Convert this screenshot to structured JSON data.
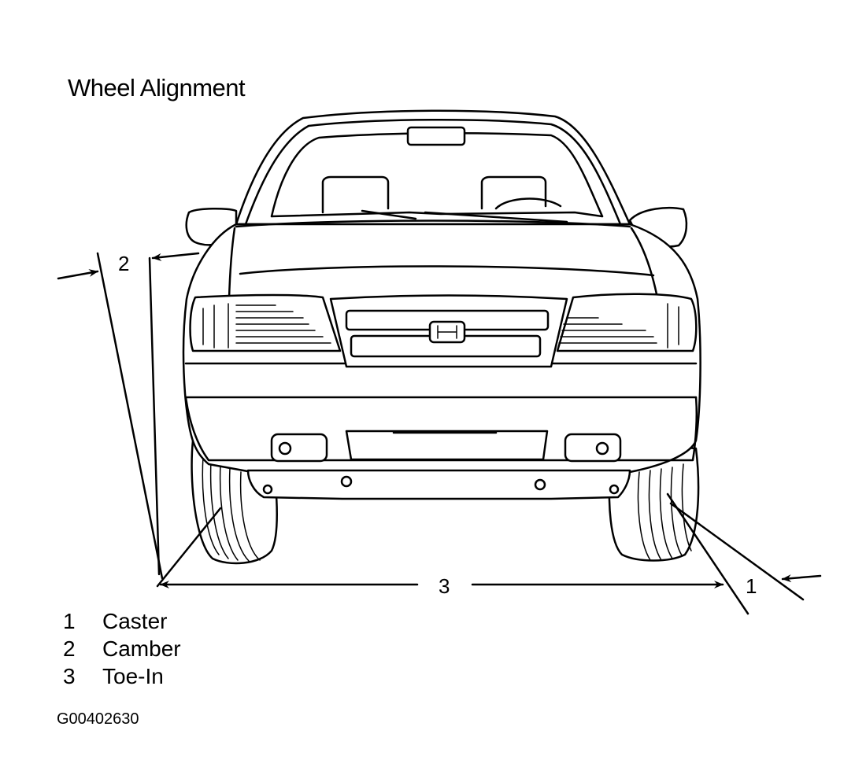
{
  "figure": {
    "title": "Wheel Alignment",
    "code": "G00402630",
    "callouts": {
      "caster": "1",
      "camber": "2",
      "toe_in": "3"
    }
  },
  "legend": [
    {
      "num": "1",
      "label": "Caster"
    },
    {
      "num": "2",
      "label": "Camber"
    },
    {
      "num": "3",
      "label": "Toe-In"
    }
  ],
  "colors": {
    "ink": "#000000",
    "paper": "#ffffff"
  }
}
